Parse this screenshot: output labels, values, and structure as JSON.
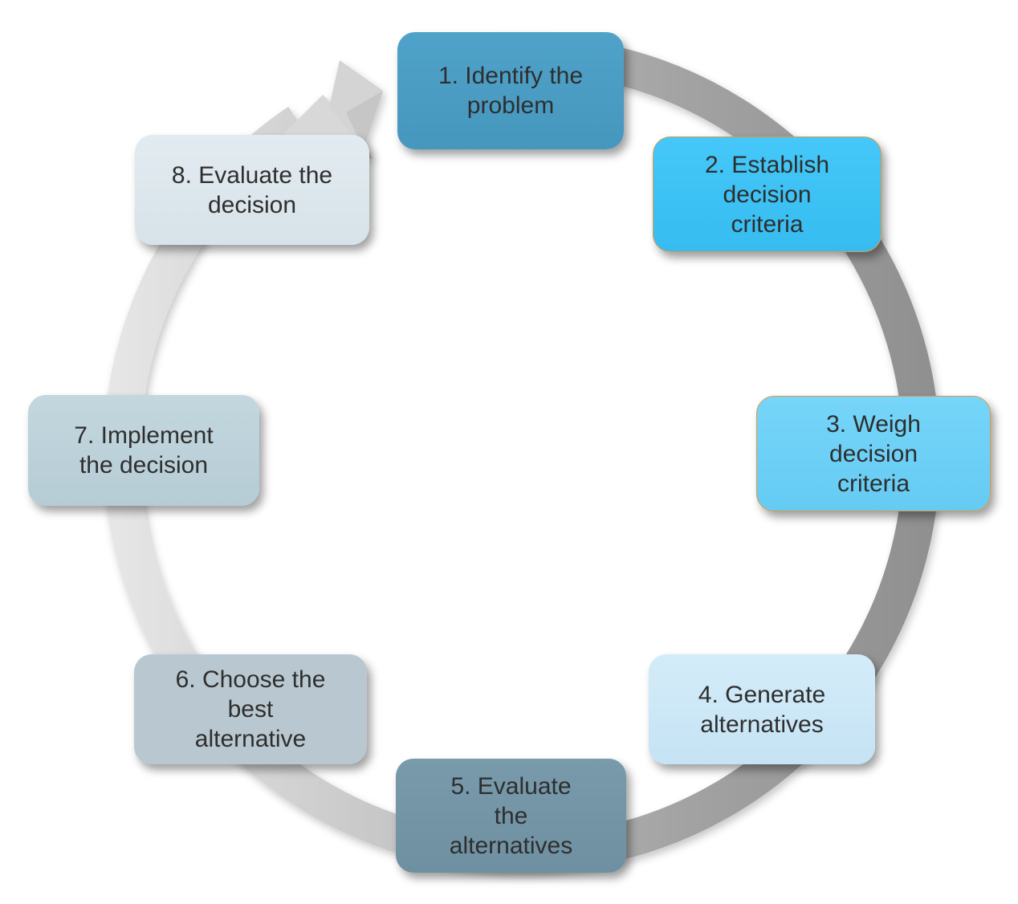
{
  "diagram": {
    "type": "cycle",
    "direction": "clockwise",
    "background_color": "#ffffff",
    "text_color": "#2e2e2e",
    "steps": [
      {
        "number": 1,
        "label": "1. Identify the\nproblem",
        "fill_color": "#4a9dc5"
      },
      {
        "number": 2,
        "label": "2. Establish\ndecision\ncriteria",
        "fill_color": "#3fc5f8",
        "border_color": "#d89a45"
      },
      {
        "number": 3,
        "label": "3. Weigh\ndecision\ncriteria",
        "fill_color": "#70d3f9",
        "border_color": "#d89a45"
      },
      {
        "number": 4,
        "label": "4. Generate\nalternatives",
        "fill_color": "#cfe9f8"
      },
      {
        "number": 5,
        "label": "5. Evaluate\nthe\nalternatives",
        "fill_color": "#7497a8"
      },
      {
        "number": 6,
        "label": "6. Choose the\nbest\nalternative",
        "fill_color": "#b9c8d0"
      },
      {
        "number": 7,
        "label": "7. Implement\nthe decision",
        "fill_color": "#bfd4dc"
      },
      {
        "number": 8,
        "label": "8. Evaluate the\ndecision",
        "fill_color": "#dfe9ee"
      }
    ],
    "arrow": {
      "shape": "circular-ribbon",
      "head_position": "top-left",
      "gradient_dark": "#8f8f8f",
      "gradient_light": "#ebebeb"
    }
  }
}
